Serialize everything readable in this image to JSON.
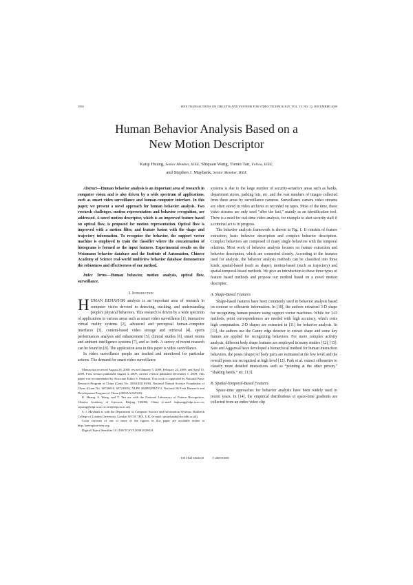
{
  "header": {
    "page_number": "1830",
    "journal": "IEEE TRANSACTIONS ON CIRCUITS AND SYSTEMS FOR VIDEO TECHNOLOGY, VOL. 19, NO. 12, DECEMBER 2009"
  },
  "title": {
    "line1": "Human Behavior Analysis Based on a",
    "line2": "New Motion Descriptor"
  },
  "authors": {
    "a1": "Kaiqi Huang,",
    "a1_role": "Senior Member, IEEE,",
    "a2": "Shiquan Wang, Tieniu Tan,",
    "a2_role": "Fellow, IEEE,",
    "a3": "and Stephen J. Maybank,",
    "a3_role": "Senior Member, IEEE"
  },
  "abstract": {
    "label": "Abstract",
    "text": "—Human behavior analysis is an important area of research in computer vision and is also driven by a wide spectrum of applications, such as smart video surveillance and human-computer interface. In this paper, we present a novel approach for human behavior analysis. Two research challenges, motion representation and behavior recognition, are addressed. A novel motion descriptor, which is an improved feature based on optical flow, is proposed for motion representation. Optical flow is improved with a motion filter, and feature fusion with the shape and trajectory information. To recognize the behavior, the support vector machine is employed to train the classifier where the concatenation of histograms is formed as the input features. Experimental results on the Weizmann behavior database and the Institute of Automation, Chinese Academy of Science real-world multiview behavior database demonstrate the robustness and effectiveness of our method."
  },
  "index_terms": {
    "label": "Index Terms",
    "text": "—Human behavior, motion analysis, optical flow, surveillance."
  },
  "intro": {
    "heading": "I. Introduction",
    "drop_cap": "H",
    "p1": "UMAN BEHAVIOR analysis is an important area of research in computer vision devoted to detecting, tracking, and understanding people's physical behaviors. This research is driven by a wide spectrum of applications in various areas such as smart video surveillance [1], interactive virtual reality systems [2], advanced and perceptual human–computer interfaces [3], content-based video storage and retrieval [4], sports performances analysis and enhancement [5], clinical studies [6], smart rooms and ambient intelligence systems [7], and so forth. A survey of recent research can be found in [8]. The application area in this paper is video surveillance.",
    "p2": "In video surveillance people are tracked and monitored for particular actions. The demand for smart video surveillance",
    "p3": "systems is due to the large number of security-sensitive areas such as banks, department stores, parking lots, etc. and the vast numbers of images collected from these areas by surveillance cameras. Surveillance camera video streams are often stored in video archives or recorded on tapes. Most of the time, these video streams are only used “after the fact,” mainly as an identification tool. There is a need for real-time video analysis, for example to alert security staff if a criminal act is in progress.",
    "p4": "The behavior analysis framework is shown in Fig. 1. It consists of feature extraction, basic behavior description and complex behavior description. Complex behaviors are composed of many single behaviors with the temporal relations. Most work of behavior analysis focuses on feature extraction and behavior description, which are connected closely. According to the features used for analysis, the behavior analysis methods can be classified into three kinds: spatial-based (such as shape), motion-based (such as trajectory) and spatial-temporal-based methods. We give an introduction to these three types of feature based methods and propose our method based on a novel motion descriptor."
  },
  "section_a": {
    "heading": "A. Shape-Based Features",
    "p1": "Shape-based features have been commonly used in behavior analysis based on contour or silhouette information. In [10], the authors extracted 3-D shape for recognizing human posture using support vector machines. While for 3-D methods, point correspondences are needed with high accuracy, which costs high computation. 2-D shapes are extracted in [11] for behavior analysis. In [11], the authors use the Canny edge detector to extract shape and some key frames are applied for recognizing behaviors. For more complex activity analysis, different body shape features are employed in many studies [12], [13]. Sato and Aggarwal have developed a hierarchical method for human interaction behaviors, the poses (shape) of body parts are estimated at the low level and the overall poses are recognized at high level [12]. Park et al. extract silhouettes to classify more detailed interactions such as “pointing at the other person,” “shaking hands,” etc. [13]."
  },
  "section_b": {
    "heading": "B. Spatial-Temporal-Based Features",
    "p1": "Space-time approaches for behavior analysis have been widely used in recent years. In [14], the empirical distributions of space-time gradients are collected from an entire video clip"
  },
  "footnotes": {
    "f1": "Manuscript received August 26, 2008; revised January 5, 2009, February 24, 2009, and April 13, 2009. First version published August 4, 2009; current version published December 1, 2009. This paper was recommended by Associate Editor S. Pankanti. This work is supported by National Basic Research Program of China (Grant No. 2004CB318100), National Natural Science Foundation of China (Grant No. 60736018, 60723005), NLPR 2008NLPRZY-2, National Hi-Tech Research and Development Program of China (2009AA01Z318).",
    "f2": "K. Huang, S. Wang, and T. Tan are with the National Laboratory of Pattern Recognition, Chinese Academy of Sciences, Beijing 100080, China (e-mail: kqhuang@nlpr.ia.ac.cn; sqwang@nlpr.ia.ac.cn; tnt@nlpr.ia.ac.cn).",
    "f3": "S. J. Maybank is with the Department of Computer Science and Information Systems, Birkbeck College of London University, London WC1E 7HX, U.K. (e-mail: sjmaybank@dcs.bbk.ac.uk).",
    "f4": "Color versions of one or more of the figures in this paper are available online at http://ieeexplore.ieee.org.",
    "f5": "Digital Object Identifier 10.1109/TCSVT.2009.2029024"
  },
  "footer": {
    "price": "1051-8215/$26.00",
    "copyright": "© 2009 IEEE"
  }
}
